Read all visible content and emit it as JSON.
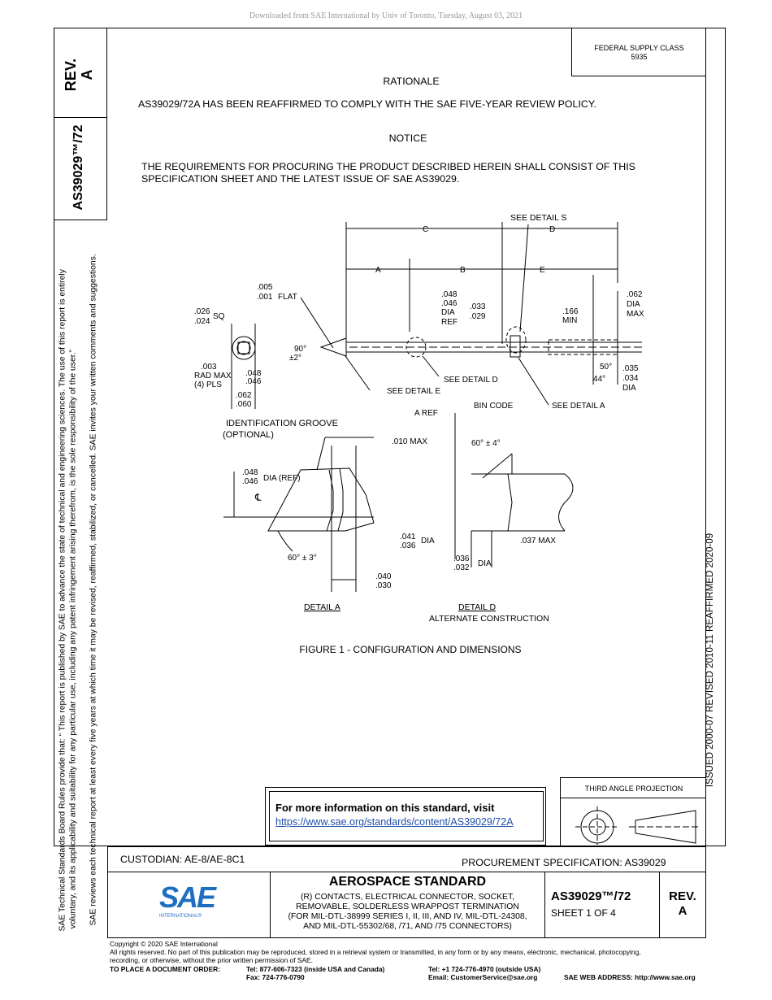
{
  "download_notice": "Downloaded from SAE International by Univ of Toronto, Tuesday, August 03, 2021",
  "left_box": {
    "rev_label": "REV.",
    "rev_value": "A",
    "doc_number": "AS39029™/72"
  },
  "federal_supply": {
    "line1": "FEDERAL SUPPLY CLASS",
    "line2": "5935"
  },
  "rationale": {
    "heading": "RATIONALE",
    "text": "AS39029/72A HAS BEEN REAFFIRMED TO COMPLY WITH THE SAE FIVE-YEAR REVIEW POLICY."
  },
  "notice": {
    "heading": "NOTICE",
    "line1": "THE REQUIREMENTS FOR PROCURING THE PRODUCT DESCRIBED HEREIN SHALL CONSIST OF THIS",
    "line2": "SPECIFICATION SHEET AND THE LATEST ISSUE OF SAE AS39029."
  },
  "drawing": {
    "see_detail_s": "SEE DETAIL S",
    "c": "C",
    "d": "D",
    "a": "A",
    "b": "B",
    "e": "E",
    "d005": ".005",
    "d001": ".001",
    "flat": "FLAT",
    "d048": ".048",
    "d046": ".046",
    "dia": "DIA",
    "ref": "REF",
    "d033": ".033",
    "d029": ".029",
    "d166": ".166",
    "min": "MIN",
    "d062": ".062",
    "max": "MAX",
    "d026": ".026",
    "d024": ".024",
    "sq": "SQ",
    "ang90": "90°",
    "pm2": "±2°",
    "d003": ".003",
    "rad_max": "RAD MAX",
    "pls": "(4) PLS",
    "d048b": ".048",
    "d046b": ".046",
    "d062b": ".062",
    "d060": ".060",
    "see_detail_e": "SEE DETAIL E",
    "see_detail_d": "SEE DETAIL D",
    "bin_code": "BIN CODE",
    "see_detail_a": "SEE DETAIL A",
    "ang50": "50°",
    "ang44": "44°",
    "d035": ".035",
    "d034": ".034",
    "dia2": "DIA",
    "id_groove1": "IDENTIFICATION  GROOVE",
    "id_groove2": "(OPTIONAL)",
    "d010max": ".010 MAX",
    "d048c": ".048",
    "d046c": ".046",
    "dia_ref": "DIA (REF)",
    "cl": "℄",
    "d041": ".041",
    "d036": ".036",
    "dia3": "DIA",
    "ang60a": "60° ± 3°",
    "d040": ".040",
    "d030": ".030",
    "a_ref": "A REF",
    "ang60b": "60° ± 4°",
    "d037max": ".037 MAX",
    "d036b": ".036",
    "d032": ".032",
    "dia4": "DIA",
    "detail_a": "DETAIL  A",
    "detail_d": "DETAIL  D",
    "alt_const": "ALTERNATE  CONSTRUCTION"
  },
  "figure_caption": "FIGURE 1 - CONFIGURATION AND DIMENSIONS",
  "right_stamp": "ISSUED 2000-07     REVISED 2010-11     REAFFIRMED 2020-09",
  "info_box": {
    "text": "For more information on this standard, visit",
    "link": "https://www.sae.org/standards/content/AS39029/72A"
  },
  "projection": {
    "label": "THIRD ANGLE PROJECTION"
  },
  "custodian": "CUSTODIAN: AE-8/AE-8C1",
  "procurement": "PROCUREMENT SPECIFICATION: AS39029",
  "logo": {
    "letters": "SAE",
    "sub": "INTERNATIONAL®"
  },
  "title_block": {
    "heading": "AEROSPACE STANDARD",
    "line1": "(R) CONTACTS, ELECTRICAL CONNECTOR, SOCKET,",
    "line2": "REMOVABLE, SOLDERLESS WRAPPOST TERMINATION",
    "line3": "(FOR MIL-DTL-38999 SERIES I, II, III, AND IV, MIL-DTL-24308,",
    "line4": "AND MIL-DTL-55302/68, /71, AND /75 CONNECTORS)"
  },
  "doc_block": {
    "number": "AS39029™/72",
    "sheet": "SHEET 1 OF 4",
    "rev_label": "REV.",
    "rev_value": "A"
  },
  "side_notes": {
    "line1": "SAE Technical Standards Board Rules provide that: “ This report is published by SAE to advance the state of technical and engineering sciences. The use of this report is entirely",
    "line2": "voluntary, and its applicability and suitability for any particular use, including any patent infringement arising therefrom, is the sole responsibility of the user.”",
    "line3": "SAE reviews each technical report at least every five years at which time it may be revised, reaffirmed, stabilized, or cancelled. SAE invites your written comments and suggestions."
  },
  "footer": {
    "copyright": "Copyright © 2020 SAE International",
    "rights1": "All rights reserved. No part of this publication may be reproduced, stored in a retrieval system or transmitted, in any form or by any means, electronic, mechanical, photocopying,",
    "rights2": "recording, or otherwise, without the prior written permission of SAE.",
    "order_label": "TO PLACE A DOCUMENT ORDER:",
    "tel_usa": "Tel:  877-606-7323 (inside USA and Canada)",
    "fax": "Fax:  724-776-0790",
    "tel_out": "Tel:   +1 724-776-4970 (outside USA)",
    "email": "Email:  CustomerService@sae.org",
    "web": "SAE WEB ADDRESS:  http://www.sae.org"
  }
}
